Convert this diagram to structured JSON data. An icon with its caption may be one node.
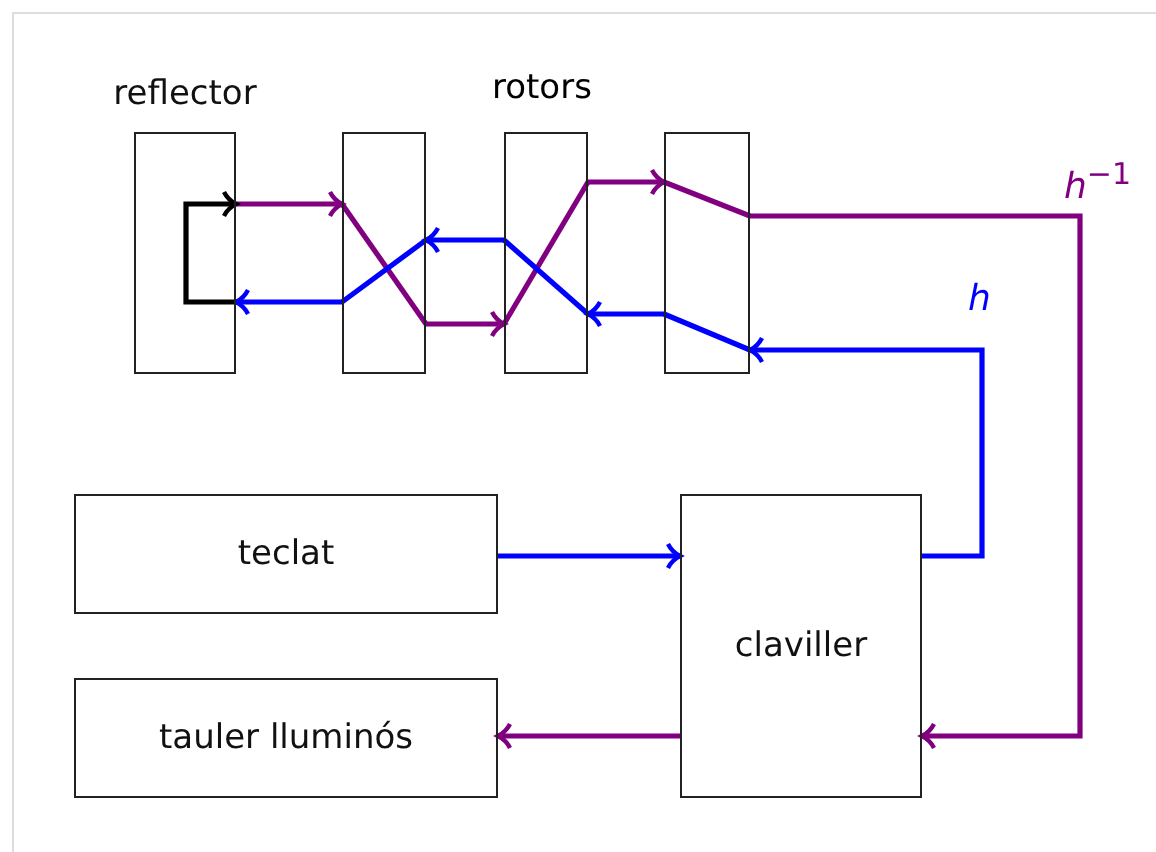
{
  "diagram": {
    "nodes": [
      {
        "text": [
          "reflector"
        ]
      },
      {
        "text": [],
        "shape": "box"
      },
      {
        "text": [],
        "shape": "box"
      },
      {
        "text": [],
        "shape": "box"
      },
      {
        "text": [
          "teclat"
        ]
      },
      {
        "text": [
          "tauler lluminós"
        ]
      },
      {
        "text": [
          "claviller"
        ]
      }
    ],
    "edges": [
      {
        "from": 0,
        "to": 1,
        "arrow": "to",
        "color": "#800080"
      },
      {
        "from": 1,
        "to": 2,
        "arrow": "to",
        "color": "#800080"
      },
      {
        "from": 2,
        "to": 3,
        "arrow": "to",
        "color": "#800080"
      },
      {
        "from": 3,
        "to": 6,
        "arrow": "to",
        "color": "#800080",
        "label": "*h*$^{−1}$"
      },
      {
        "from": 6,
        "to": 5,
        "arrow": "to",
        "color": "#800080"
      },
      {
        "from": 4,
        "to": 6,
        "arrow": "to",
        "color": "#0000ff"
      },
      {
        "from": 6,
        "to": 3,
        "arrow": "to",
        "color": "#0000ff",
        "label": "*h*"
      },
      {
        "from": 3,
        "to": 2,
        "arrow": "to",
        "color": "#0000ff"
      },
      {
        "from": 2,
        "to": 1,
        "arrow": "to",
        "color": "#0000ff"
      },
      {
        "from": 1,
        "to": 0,
        "arrow": "to",
        "color": "#0000ff"
      },
      {
        "from": 0,
        "to": 0,
        "arrow": "to",
        "color": "#000000"
      }
    ],
    "labels": [
      "rotors"
    ]
  }
}
